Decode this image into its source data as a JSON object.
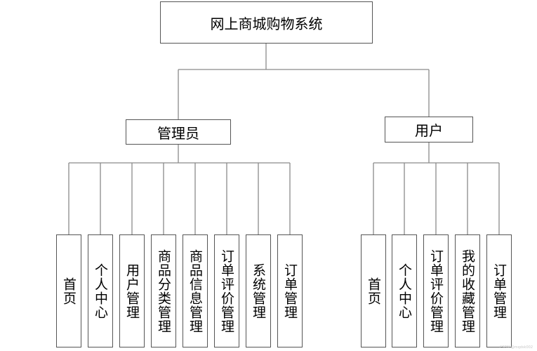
{
  "root": {
    "label": "网上商城购物系统"
  },
  "admin": {
    "label": "管理员",
    "children": [
      "首页",
      "个人中心",
      "用户管理",
      "商品分类管理",
      "商品信息管理",
      "订单评价管理",
      "系统管理",
      "订单管理"
    ]
  },
  "user": {
    "label": "用户",
    "children": [
      "首页",
      "个人中心",
      "订单评价管理",
      "我的收藏管理",
      "订单管理"
    ]
  },
  "watermark": "CSDN @mqdsk002"
}
